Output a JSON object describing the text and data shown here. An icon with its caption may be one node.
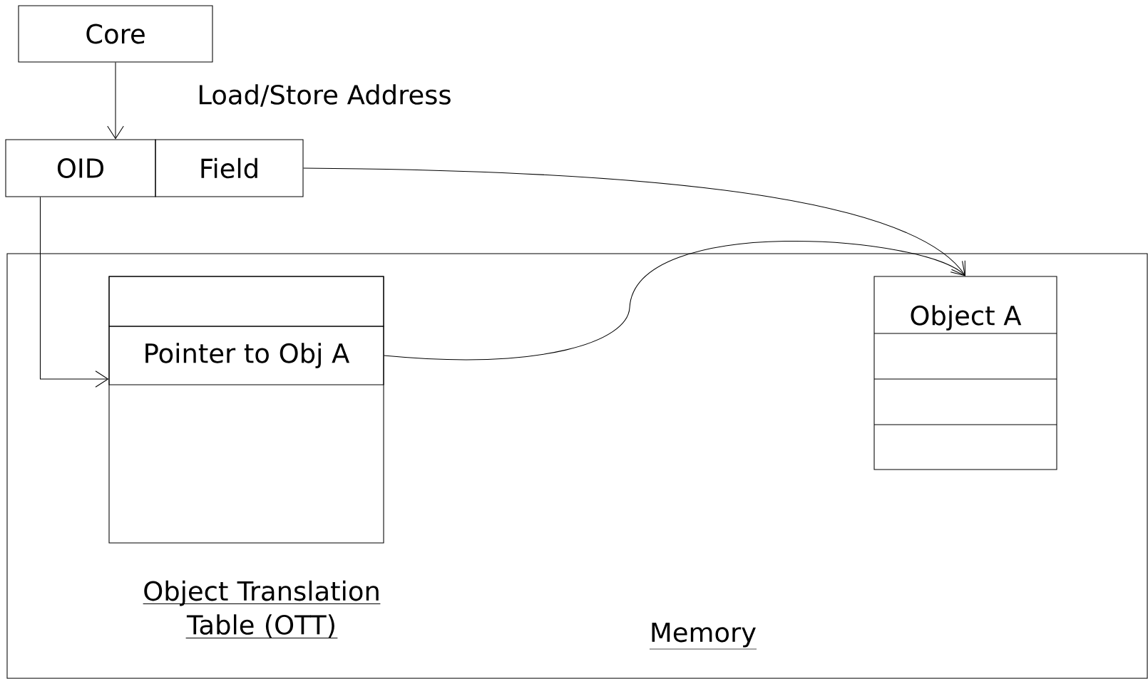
{
  "diagram": {
    "nodes": [
      {
        "text": [
          "Core"
        ]
      },
      {
        "text": [
          "OID"
        ]
      },
      {
        "text": [
          "Field"
        ]
      },
      {
        "text": [
          "Memory"
        ]
      },
      {
        "text": [
          "Object Translation Table (OTT)"
        ],
        "in": 3
      },
      {
        "text": [],
        "shape": "box",
        "in": 4
      },
      {
        "text": [
          "Pointer to Obj A"
        ],
        "in": 4
      },
      {
        "text": [
          "Object A"
        ],
        "in": 3
      }
    ],
    "edges": [
      {
        "from": 0,
        "to": 1,
        "arrow": "to",
        "label": "Load/Store Address"
      },
      {
        "from": 1,
        "to": 6,
        "arrow": "to"
      },
      {
        "from": 2,
        "to": 7,
        "arrow": "to"
      },
      {
        "from": 6,
        "to": 7,
        "arrow": "to"
      }
    ]
  }
}
